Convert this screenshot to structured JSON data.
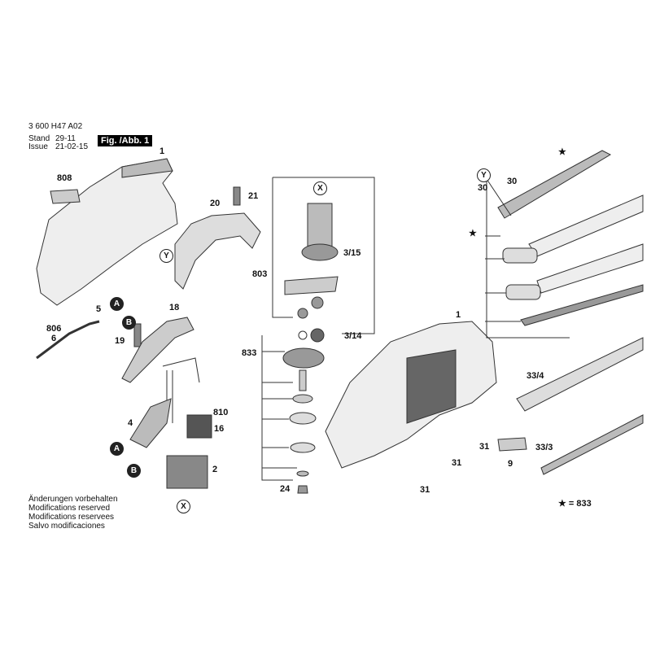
{
  "header": {
    "doc_number": "3 600 H47 A02",
    "stand_label": "Stand",
    "stand_value": "29-11",
    "issue_label": "Issue",
    "issue_value": "21-02-15",
    "figure": "Fig. /Abb. 1"
  },
  "footer": {
    "notes": [
      "Änderungen vorbehalten",
      "Modifications reserved",
      "Modifications reservees",
      "Salvo modificaciones"
    ],
    "legend": "★ = 833"
  },
  "parts": {
    "p1a": "1",
    "p808": "808",
    "p20": "20",
    "p21": "21",
    "p803": "803",
    "p3_15": "3/15",
    "p3_14": "3/14",
    "p833": "833",
    "p5": "5",
    "p806": "806",
    "p6": "6",
    "p19": "19",
    "p18": "18",
    "p810": "810",
    "p4": "4",
    "p16": "16",
    "p2": "2",
    "p24": "24",
    "p1b": "1",
    "p31a": "31",
    "p31b": "31",
    "p31c": "31",
    "p9": "9",
    "p33_4": "33/4",
    "p33_3": "33/3",
    "p30a": "30",
    "p30b": "30",
    "star_a": "★",
    "star_b": "★"
  },
  "markers": {
    "X": "X",
    "Y": "Y",
    "A": "A",
    "B": "B"
  }
}
